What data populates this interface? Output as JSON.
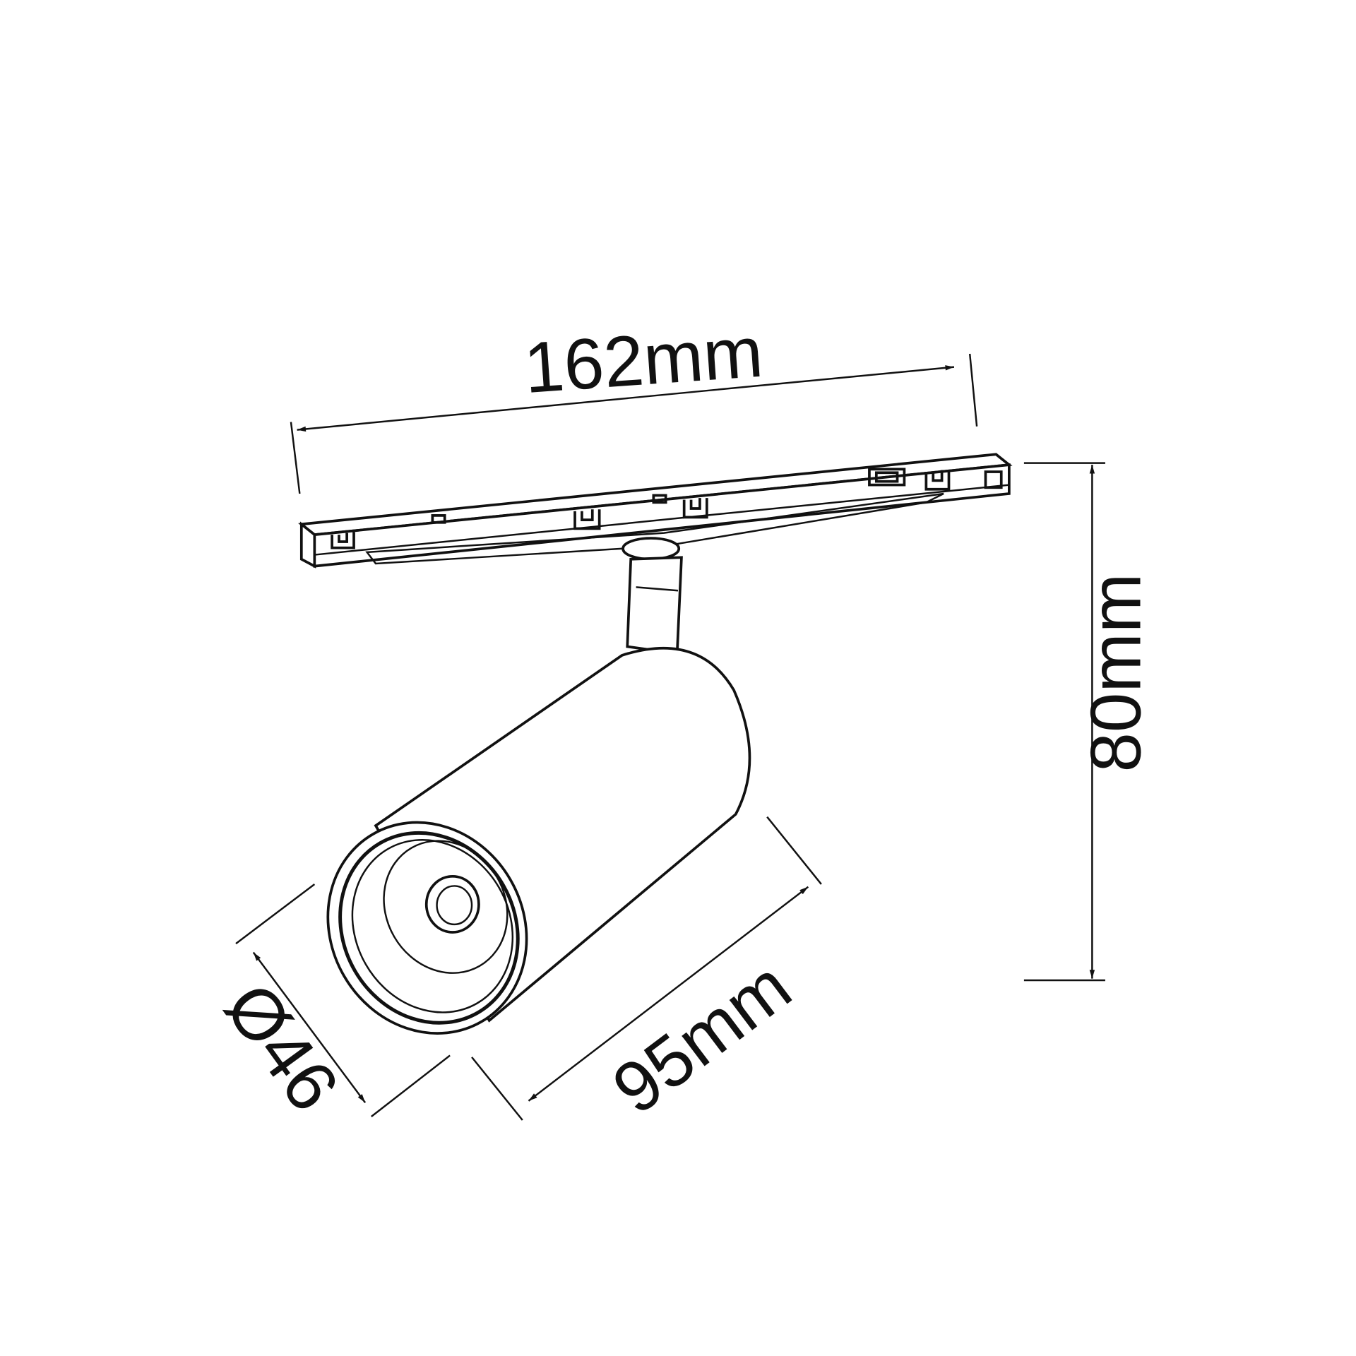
{
  "title": "Track spotlight dimension drawing",
  "dimensions": {
    "length": "162mm",
    "height": "80mm",
    "body_length": "95mm",
    "diameter": "Ø46"
  },
  "colors": {
    "line": "#111111",
    "background": "#ffffff"
  }
}
